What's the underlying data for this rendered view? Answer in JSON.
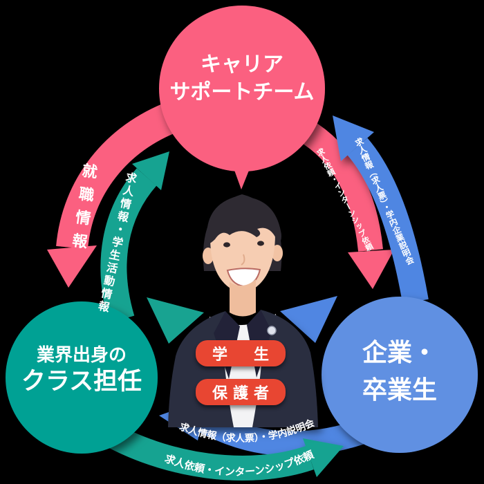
{
  "background_color": "#000000",
  "nodes": {
    "career_support_team": {
      "line1": "キャリア",
      "line2": "サポートチーム",
      "color": "#fb6180"
    },
    "industry_class_teacher": {
      "line1": "業界出身の",
      "line2": "クラス担任",
      "color": "#00a194"
    },
    "companies_graduates": {
      "line1": "企業・",
      "line2": "卒業生",
      "color": "#6090e2"
    }
  },
  "center_tags": {
    "student": "学　生",
    "guardian": "保護者",
    "tag_color": "#e84632"
  },
  "arrows": {
    "career_to_teacher": {
      "text": "就職情報",
      "color": "#fb6180"
    },
    "teacher_to_career": {
      "text": "求人情報・学生活動情報",
      "color": "#18a391"
    },
    "career_to_companies": {
      "text": "求人依頼・インターンシップ依頼",
      "color": "#fb6180"
    },
    "companies_to_career": {
      "text": "求人情報（求人票）・学内企業説明会",
      "color": "#5086e2"
    },
    "companies_to_teacher": {
      "text": "求人情報（求人票）・学内説明会",
      "color": "#5086e2"
    },
    "teacher_to_companies": {
      "text": "求人依頼・インターンシップ依頼",
      "color": "#18a391"
    }
  }
}
